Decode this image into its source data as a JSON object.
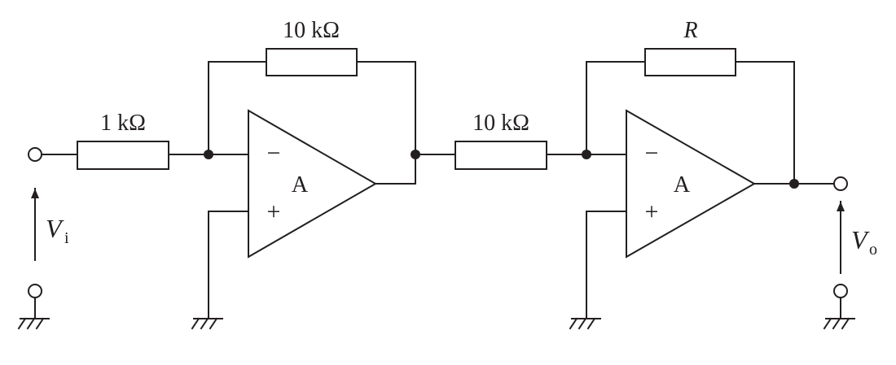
{
  "resistors": {
    "r_in": "1 kΩ",
    "r_fb1": "10 kΩ",
    "r_mid": "10 kΩ",
    "r_fb2": "R"
  },
  "opamps": {
    "first": {
      "label": "A",
      "minus": "−",
      "plus": "+"
    },
    "second": {
      "label": "A",
      "minus": "−",
      "plus": "+"
    }
  },
  "input": {
    "symbol": "V",
    "subscript": "i"
  },
  "output": {
    "symbol": "V",
    "subscript": "o"
  }
}
